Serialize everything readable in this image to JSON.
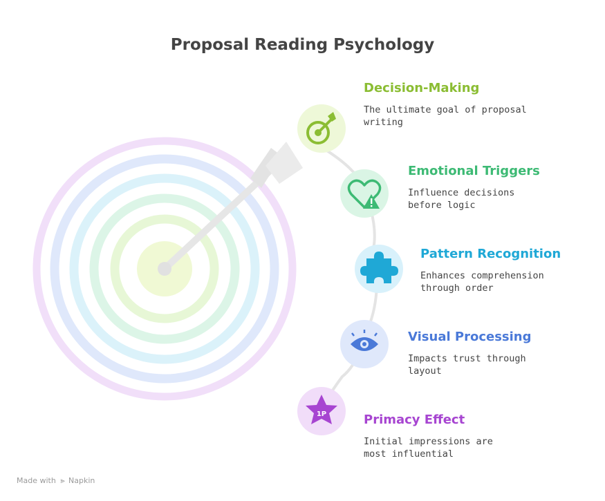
{
  "title": "Proposal Reading Psychology",
  "items": [
    {
      "title": "Decision-Making",
      "description": "The ultimate goal of proposal writing",
      "color": "#8bbd33",
      "bg": "#eef8d8",
      "icon": "target-icon"
    },
    {
      "title": "Emotional Triggers",
      "description": "Influence decisions before logic",
      "color": "#3dba74",
      "bg": "#daf5e5",
      "icon": "heart-warning-icon"
    },
    {
      "title": "Pattern Recognition",
      "description": "Enhances comprehension through order",
      "color": "#1fa8d6",
      "bg": "#d8f1fb",
      "icon": "puzzle-piece-icon"
    },
    {
      "title": "Visual Processing",
      "description": "Impacts trust through layout",
      "color": "#4a79d8",
      "bg": "#dfe8fb",
      "icon": "eye-icon"
    },
    {
      "title": "Primacy Effect",
      "description": "Initial impressions are most influential",
      "color": "#a745d1",
      "bg": "#f1ddf9",
      "icon": "star-badge-icon"
    }
  ],
  "footer": {
    "prefix": "Made with",
    "brand": "Napkin"
  }
}
